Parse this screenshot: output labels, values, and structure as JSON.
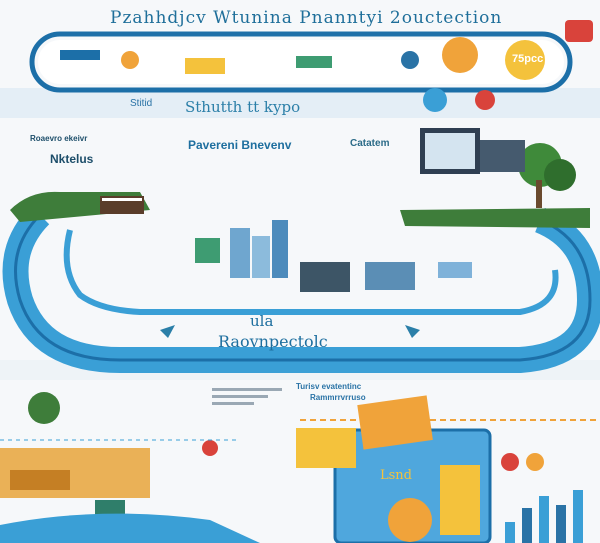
{
  "header": {
    "title": "Pzahhdjcv  Wtunina Pnanntyi  2ouctection",
    "subtitle": "Sthutth tt kypo"
  },
  "labels": {
    "top_left": "Stitid",
    "left_block_1": "Roaevro ekeivr",
    "left_block_2": "Nktelus",
    "center_title": "Pavereni Bnevenv",
    "right_title": "Catatem",
    "right_badge": "75pcc",
    "loop_label_1": "ula",
    "loop_label_2": "Raovnpectolc",
    "lower_heading_1": "Turisv evatentinc",
    "lower_heading_2": "Rammrrvrruso",
    "lower_box": "Lsnd"
  },
  "colors": {
    "river": "#3a9fd6",
    "river_dark": "#1c6fa8",
    "band": "#dbe9f3",
    "green": "#3e7d3a",
    "orange": "#f0a33a",
    "yellow": "#f4c23c",
    "red": "#d9433b"
  },
  "icons": [
    "family-icon",
    "book-icon",
    "factory-icon",
    "tree-icon",
    "computer-icon",
    "bar-chart-icon",
    "hot-air-balloon-icon"
  ]
}
